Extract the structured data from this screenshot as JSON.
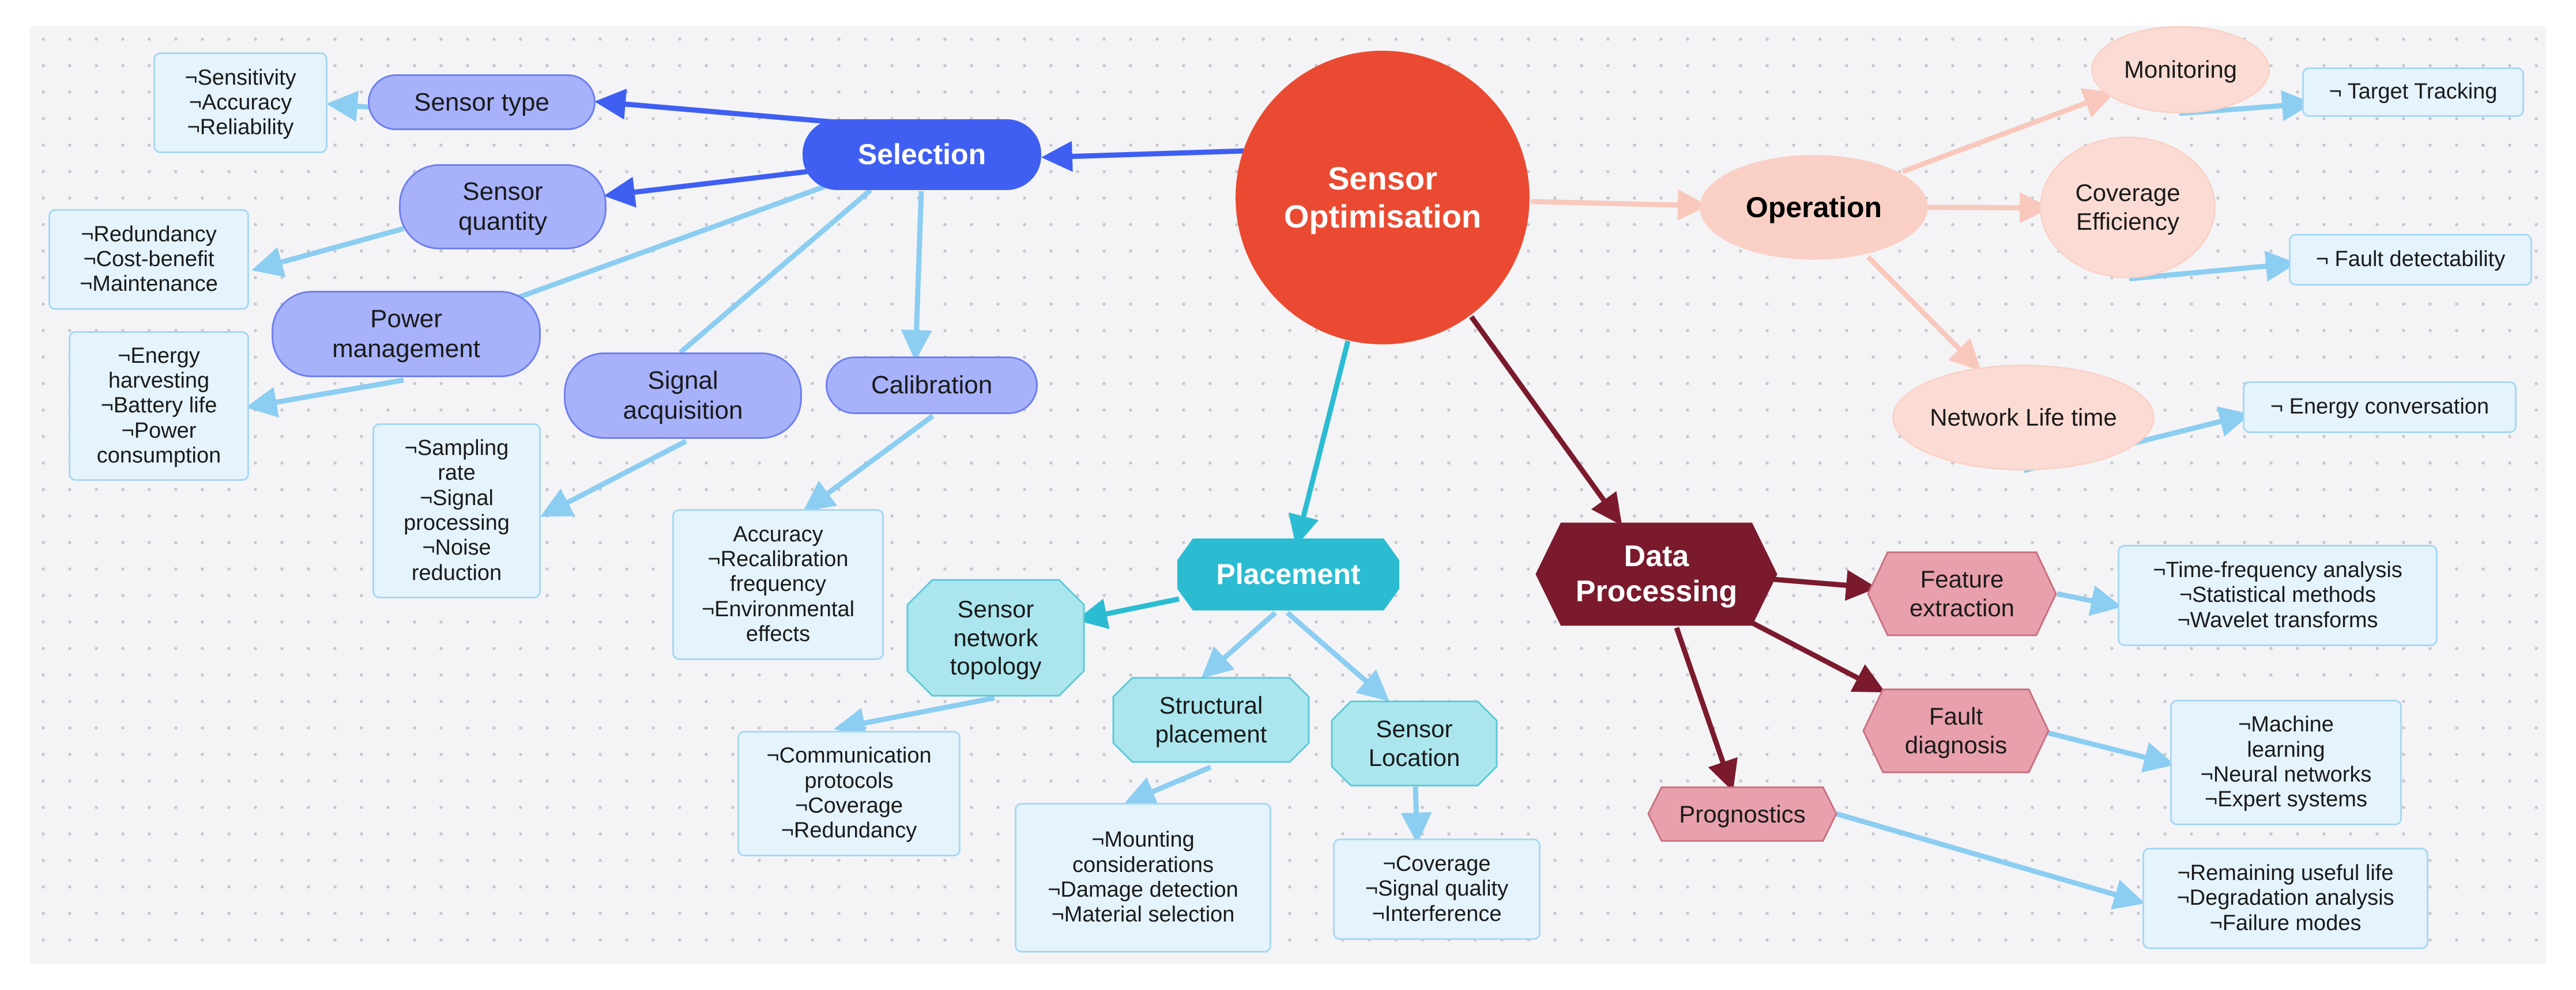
{
  "nodes": {
    "central": "Sensor\nOptimisation",
    "selection": "Selection",
    "sensor_type": "Sensor type",
    "sensor_type_leaf": "¬Sensitivity\n¬Accuracy\n¬Reliability",
    "sensor_quantity": "Sensor\nquantity",
    "sensor_quantity_leaf": "¬Redundancy\n¬Cost-benefit\n¬Maintenance",
    "power_management": "Power\nmanagement",
    "power_leaf": "¬Energy\nharvesting\n¬Battery life\n¬Power\nconsumption",
    "signal_acquisition": "Signal\nacquisition",
    "signal_leaf": "¬Sampling\nrate\n¬Signal\nprocessing\n¬Noise\nreduction",
    "calibration": "Calibration",
    "calibration_leaf": "Accuracy\n¬Recalibration\nfrequency\n¬Environmental\neffects",
    "operation": "Operation",
    "monitoring": "Monitoring",
    "monitoring_leaf": "¬ Target Tracking",
    "coverage_efficiency": "Coverage\nEfficiency",
    "coverage_leaf": "¬ Fault detectability",
    "network_life": "Network Life time",
    "network_leaf": "¬ Energy conversation",
    "placement": "Placement",
    "sensor_network_topology": "Sensor\nnetwork\ntopology",
    "topology_leaf": "¬Communication\nprotocols\n¬Coverage\n¬Redundancy",
    "structural_placement": "Structural\nplacement",
    "structural_leaf": "¬Mounting\nconsiderations\n¬Damage detection\n¬Material selection",
    "sensor_location": "Sensor\nLocation",
    "location_leaf": "¬Coverage\n¬Signal quality\n¬Interference",
    "data_processing": "Data\nProcessing",
    "feature_extraction": "Feature\nextraction",
    "feature_leaf": "¬Time-frequency analysis\n¬Statistical methods\n¬Wavelet transforms",
    "fault_diagnosis": "Fault\ndiagnosis",
    "fault_leaf": "¬Machine\nlearning\n¬Neural networks\n¬Expert systems",
    "prognostics": "Prognostics",
    "prognostics_leaf": "¬Remaining useful life\n¬Degradation analysis\n¬Failure modes"
  },
  "colors": {
    "central": "#ea4a31",
    "selection_branch": "#3f5ff2",
    "selection_node": "#a7b2fb",
    "leaf_fill": "#e5f3fd",
    "leaf_line": "#8ccdf2",
    "operation_branch": "#fad0c6",
    "placement_branch": "#2bbcd2",
    "placement_node": "#abe6ee",
    "data_branch": "#7a1a2c",
    "data_node": "#e8a0ad"
  }
}
